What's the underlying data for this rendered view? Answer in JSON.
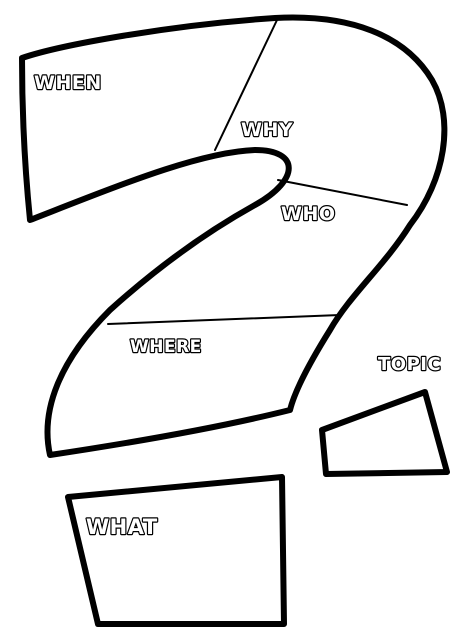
{
  "labels": {
    "when": "WHEN",
    "why": "WHY",
    "who": "WHO",
    "where": "WHERE",
    "topic": "TOPIC",
    "what": "WHAT"
  },
  "colors": {
    "outline": "#000000",
    "fill": "#ffffff",
    "background": "#ffffff"
  }
}
